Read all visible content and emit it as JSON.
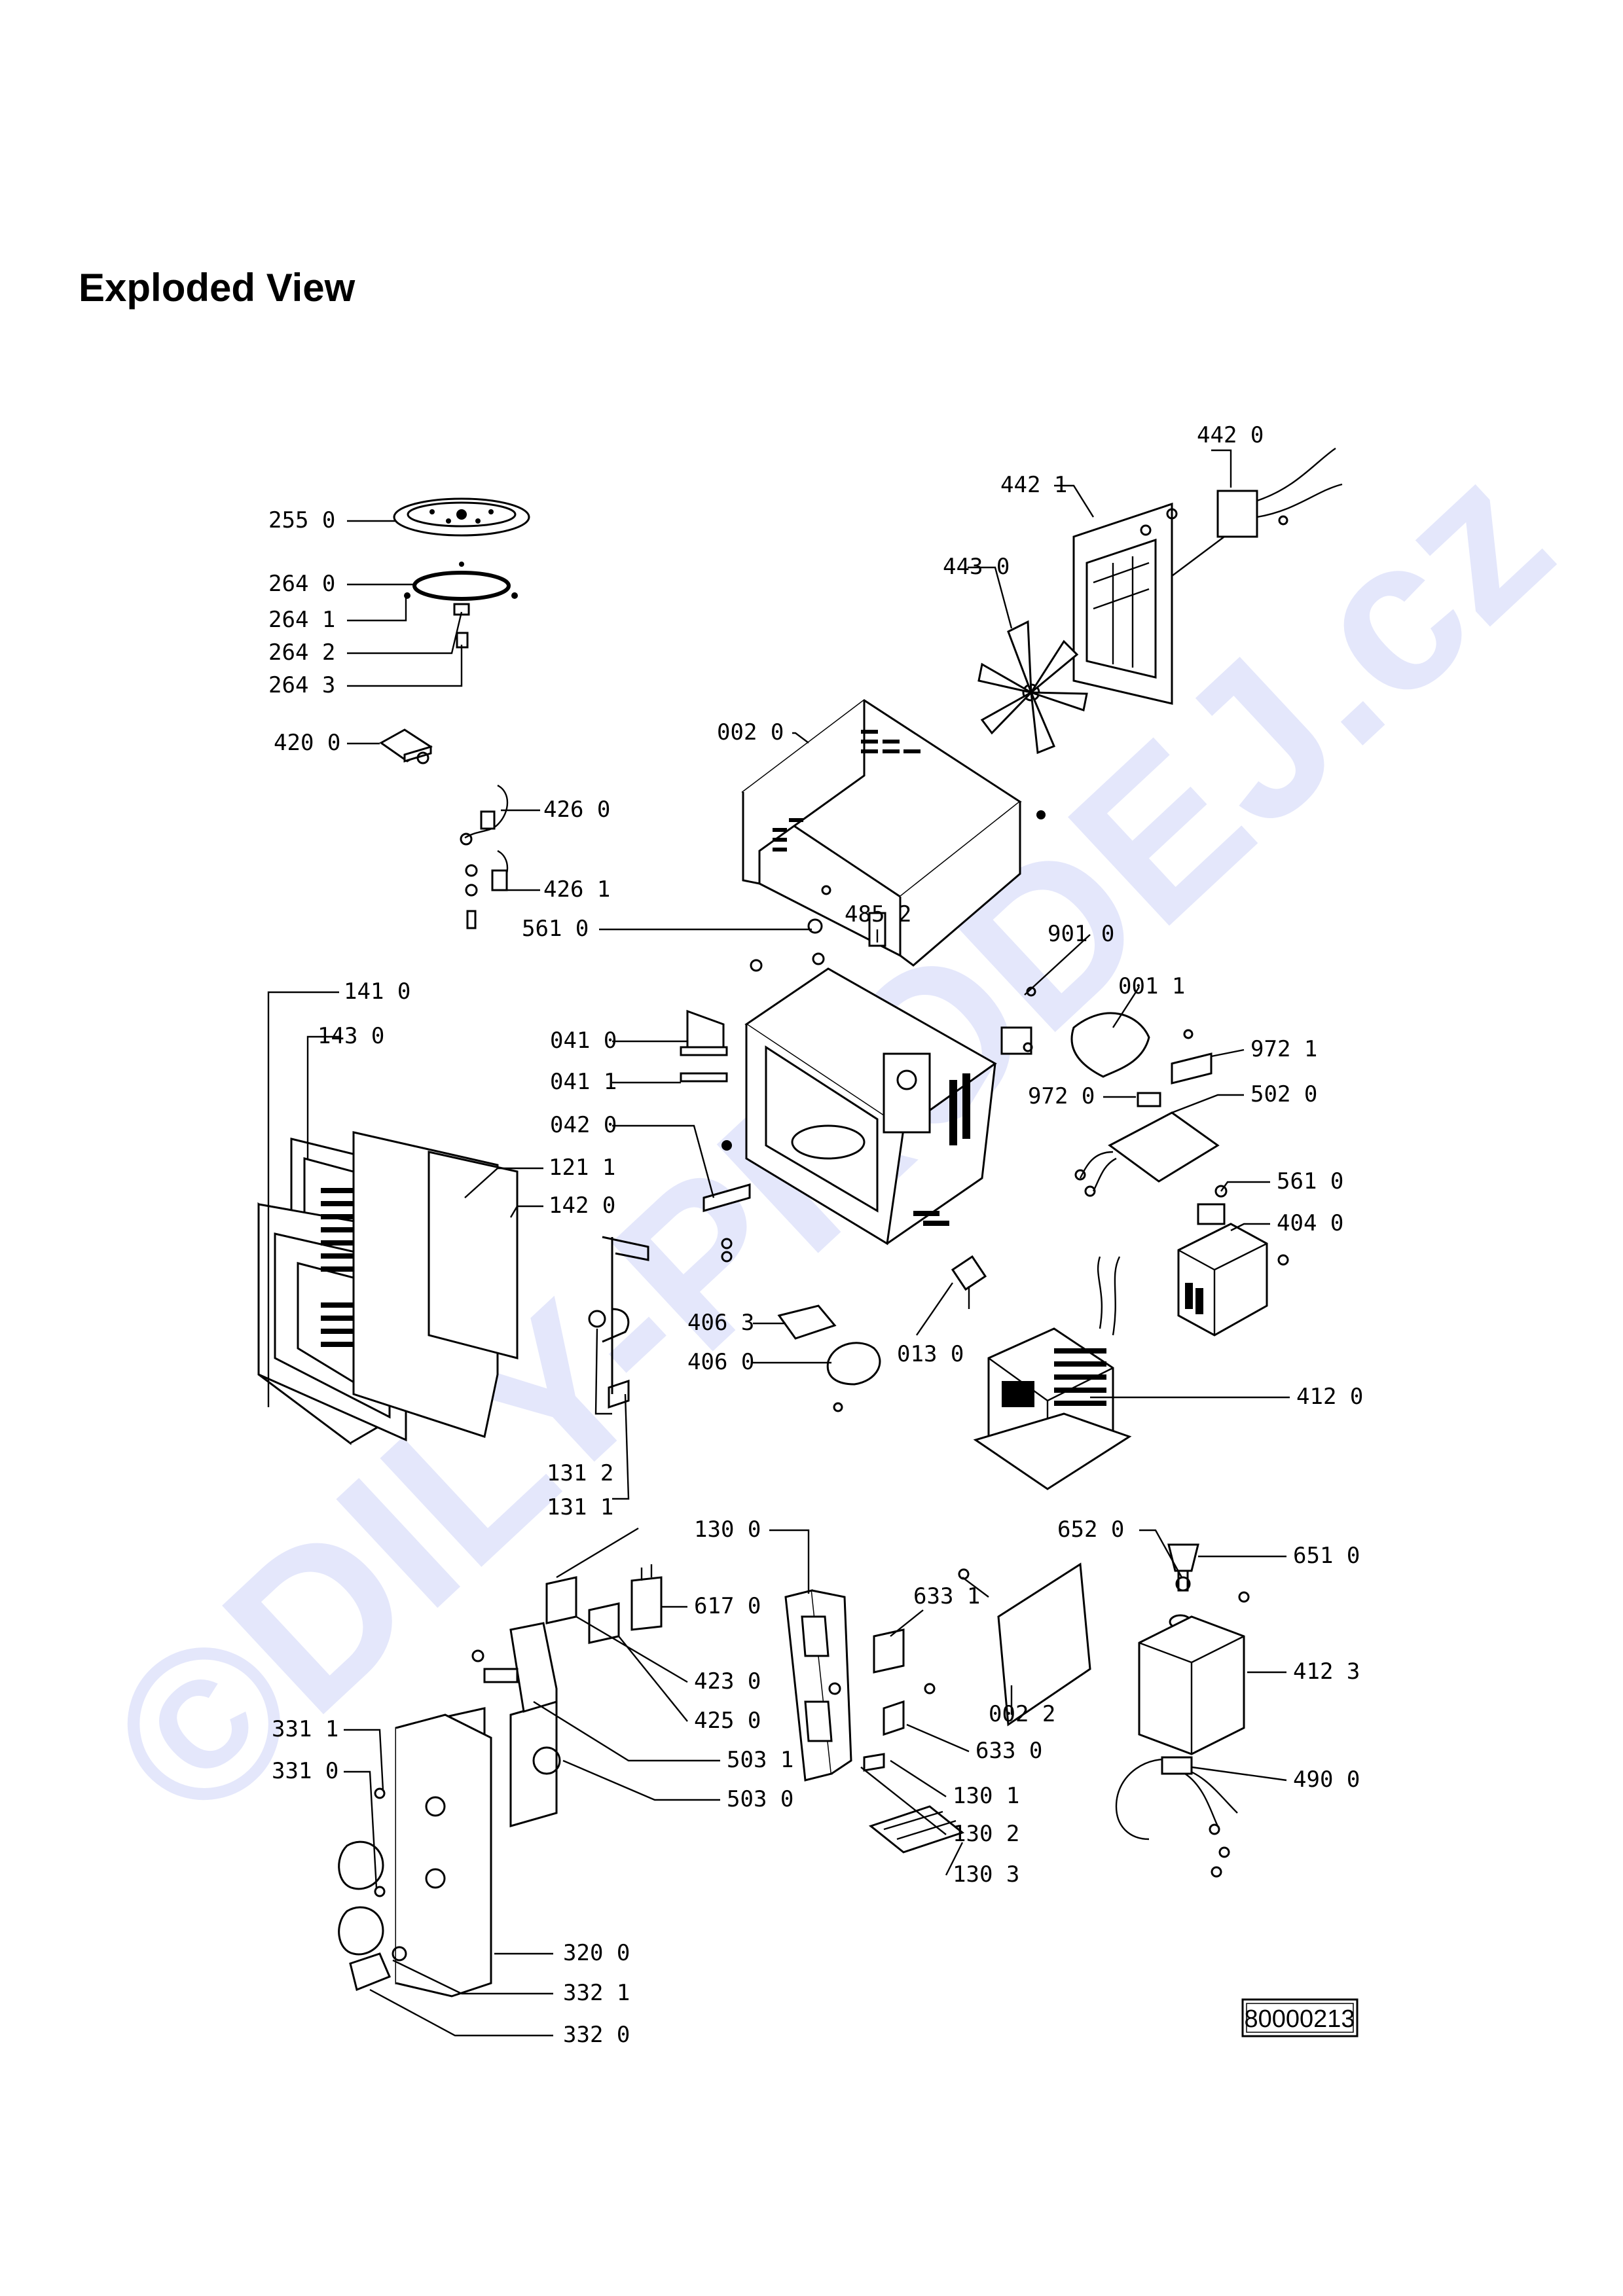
{
  "title": "Exploded View",
  "watermark": "©DILY-PRODEJ.cz",
  "drawing_number": "80000213",
  "labels": [
    "255 0",
    "264 0",
    "264 1",
    "264 2",
    "264 3",
    "420 0",
    "426 0",
    "426 1",
    "561 0",
    "485 2",
    "002 0",
    "442 0",
    "442 1",
    "443 0",
    "141 0",
    "143 0",
    "041 0",
    "041 1",
    "042 0",
    "121 1",
    "142 0",
    "901 0",
    "001 1",
    "972 1",
    "972 0",
    "502 0",
    "561 0",
    "404 0",
    "406 3",
    "406 0",
    "013 0",
    "412 0",
    "131 2",
    "131 1",
    "130 0",
    "652 0",
    "651 0",
    "617 0",
    "633 1",
    "423 0",
    "425 0",
    "503 1",
    "503 0",
    "002 2",
    "633 0",
    "412 3",
    "130 1",
    "130 2",
    "130 3",
    "490 0",
    "331 1",
    "331 0",
    "320 0",
    "332 1",
    "332 0"
  ]
}
